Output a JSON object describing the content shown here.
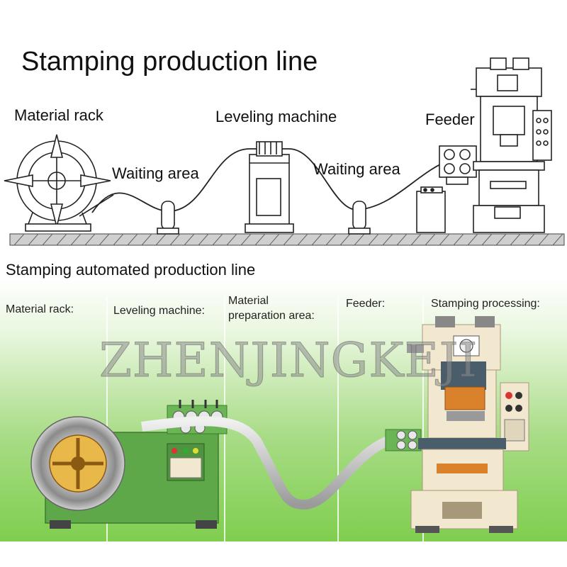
{
  "top_section": {
    "title": "Stamping production line",
    "labels": {
      "material_rack": "Material rack",
      "waiting_area_1": "Waiting area",
      "leveling_machine": "Leveling machine",
      "waiting_area_2": "Waiting area",
      "feeder": "Feeder"
    }
  },
  "bottom_section": {
    "title": "Stamping automated production line",
    "labels": {
      "material_rack": "Material rack:",
      "leveling_machine": "Leveling machine:",
      "material_prep_line1": "Material",
      "material_prep_line2": "preparation area:",
      "feeder": "Feeder:",
      "stamping_processing": "Stamping processing:"
    },
    "watermark": "ZHENJINGKEJI"
  },
  "colors": {
    "machine_green": "#5fa84a",
    "press_cream": "#f2e8cf",
    "press_orange": "#d9822b",
    "coil_yellow": "#e8b84a",
    "line_drawing": "#222222",
    "bg_gradient_top": "#ffffff",
    "bg_gradient_bottom": "#7fce4f"
  }
}
